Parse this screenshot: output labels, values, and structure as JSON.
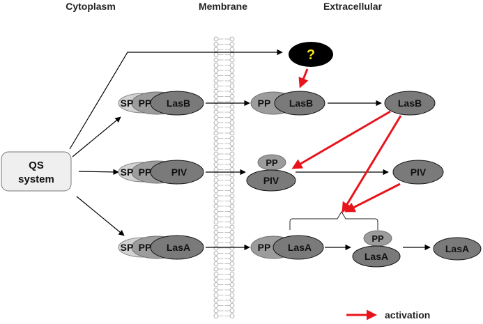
{
  "headers": {
    "cytoplasm": "Cytoplasm",
    "membrane": "Membrane",
    "extracellular": "Extracellular"
  },
  "qs_box": {
    "line1": "QS",
    "line2": "system"
  },
  "unknown_factor": "?",
  "labels": {
    "sp": "SP",
    "pp": "PP",
    "lasb": "LasB",
    "piv": "PIV",
    "lasa": "LasA"
  },
  "legend": {
    "label": "activation"
  },
  "colors": {
    "activation": "#e8141c",
    "dark_protein": "#7a7a7a",
    "mid_protein": "#9b9b9b",
    "light_protein": "#c8c8c8",
    "qs_box_fill": "#efefef",
    "question_mark": "#f5e61a"
  }
}
